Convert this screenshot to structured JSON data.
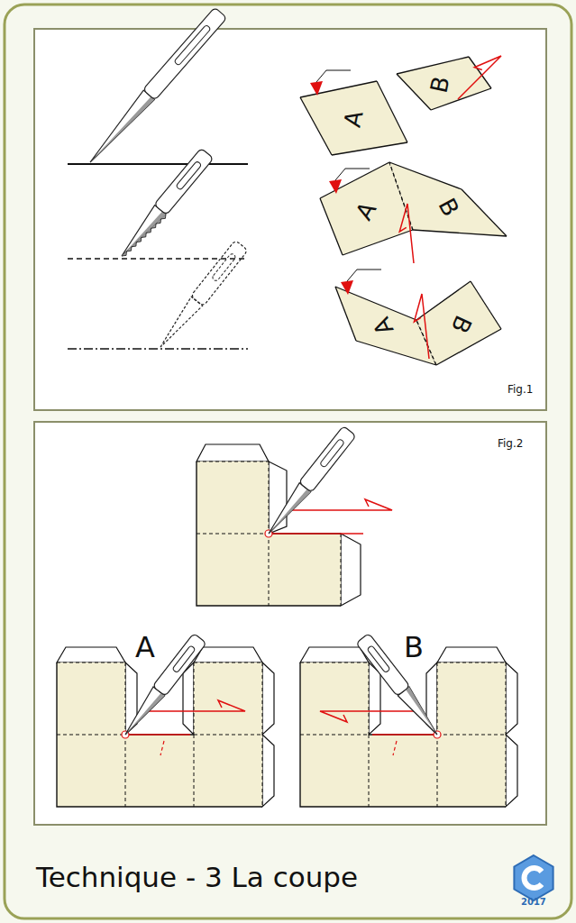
{
  "diagram": {
    "title": "Technique - 3 La coupe",
    "nodes": [
      {
        "text": [
          "A"
        ]
      },
      {
        "text": [
          "B"
        ]
      },
      {
        "text": [
          "A"
        ]
      },
      {
        "text": [
          "B"
        ]
      },
      {
        "text": [
          "A"
        ]
      },
      {
        "text": [
          "B"
        ]
      }
    ],
    "labels": [
      "Fig.1",
      "Fig.2",
      "A",
      "B",
      "2017"
    ]
  }
}
